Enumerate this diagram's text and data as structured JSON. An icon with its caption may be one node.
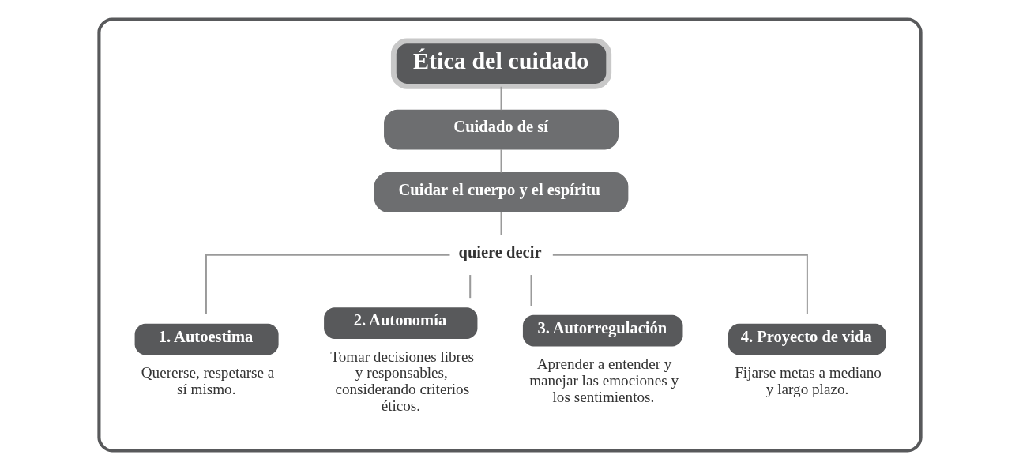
{
  "diagram": {
    "nodes": [
      {
        "text": [],
        "shape": "box"
      },
      {
        "text": [
          "Ética del cuidado"
        ],
        "in": 0
      },
      {
        "text": [
          "Cuidado de sí"
        ],
        "in": 0
      },
      {
        "text": [
          "Cuidar el cuerpo y el espíritu"
        ],
        "in": 0
      },
      {
        "text": [
          "quiere decir"
        ],
        "in": 0
      },
      {
        "text": [
          "1. Autoestima"
        ],
        "beside": [
          "Quererse, respetarse a sí mismo."
        ],
        "in": 0
      },
      {
        "text": [
          "2. Autonomía"
        ],
        "beside": [
          "Tomar decisiones libres y responsables, considerando criterios éticos."
        ],
        "in": 0
      },
      {
        "text": [
          "3. Autorregulación"
        ],
        "beside": [
          "Aprender a entender y manejar las emociones y los sentimientos."
        ],
        "in": 0
      },
      {
        "text": [
          "4. Proyecto de vida"
        ],
        "beside": [
          "Fijarse metas a mediano y largo plazo."
        ],
        "in": 0
      }
    ],
    "edges": [
      {
        "from": 1,
        "to": 2,
        "arrow": "none"
      },
      {
        "from": 2,
        "to": 3,
        "arrow": "none"
      },
      {
        "from": 3,
        "to": 4,
        "arrow": "none"
      },
      {
        "from": 4,
        "to": 5,
        "arrow": "none"
      },
      {
        "from": 4,
        "to": 6,
        "arrow": "none"
      },
      {
        "from": 4,
        "to": 7,
        "arrow": "none"
      },
      {
        "from": 4,
        "to": 8,
        "arrow": "none"
      }
    ]
  }
}
